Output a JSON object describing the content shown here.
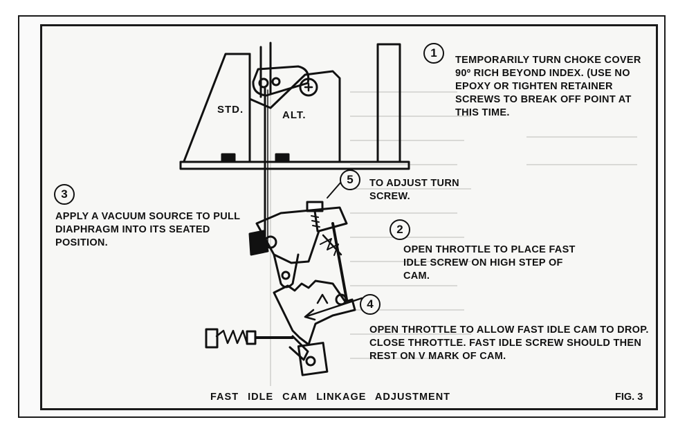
{
  "callouts": {
    "step1": {
      "number": "1",
      "text": "TEMPORARILY TURN CHOKE COVER 90º RICH BEYOND INDEX. (USE NO EPOXY OR TIGHTEN RETAINER SCREWS TO BREAK OFF POINT AT THIS TIME."
    },
    "step2": {
      "number": "2",
      "text": "OPEN THROTTLE TO PLACE FAST IDLE SCREW ON HIGH STEP OF CAM."
    },
    "step3": {
      "number": "3",
      "text": "APPLY A VACUUM SOURCE TO PULL DIAPHRAGM INTO ITS SEATED POSITION."
    },
    "step4": {
      "number": "4",
      "text": "OPEN THROTTLE TO ALLOW FAST IDLE CAM TO DROP. CLOSE THROTTLE. FAST IDLE SCREW SHOULD THEN REST ON V MARK OF CAM."
    },
    "step5": {
      "number": "5",
      "text": "TO ADJUST TURN SCREW."
    }
  },
  "labels": {
    "std": "STD.",
    "alt": "ALT."
  },
  "figure": {
    "title": "FAST IDLE CAM LINKAGE ADJUSTMENT",
    "number": "FIG. 3"
  }
}
